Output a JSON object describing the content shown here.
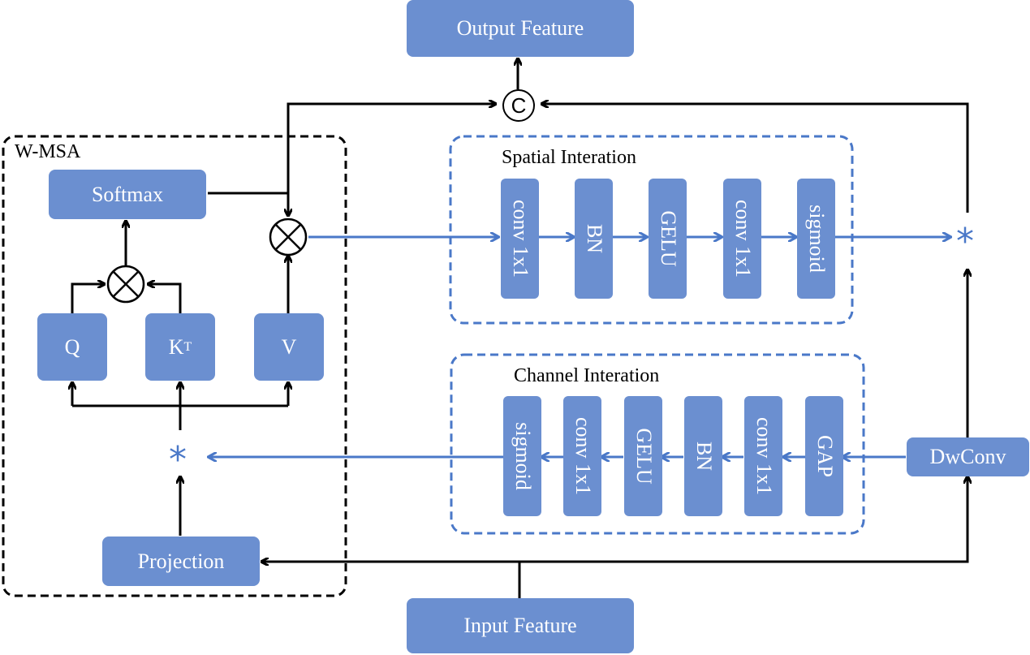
{
  "nodes": {
    "output_feature": "Output Feature",
    "input_feature": "Input Feature",
    "softmax": "Softmax",
    "q": "Q",
    "k": "K",
    "k_sup": "T",
    "v": "V",
    "projection": "Projection",
    "dwconv": "DwConv",
    "concat": "C",
    "multiply_symbol": "*"
  },
  "groups": {
    "wmsa": "W-MSA",
    "spatial": "Spatial Interation",
    "channel": "Channel Interation"
  },
  "spatial_blocks": [
    "conv 1x1",
    "BN",
    "GELU",
    "conv 1x1",
    "sigmoid"
  ],
  "channel_blocks": [
    "sigmoid",
    "conv 1x1",
    "GELU",
    "BN",
    "conv 1x1",
    "GAP"
  ],
  "colors": {
    "block": "#6b8fd0",
    "blue_arrow": "#4a78c8",
    "black_arrow": "#000000"
  }
}
